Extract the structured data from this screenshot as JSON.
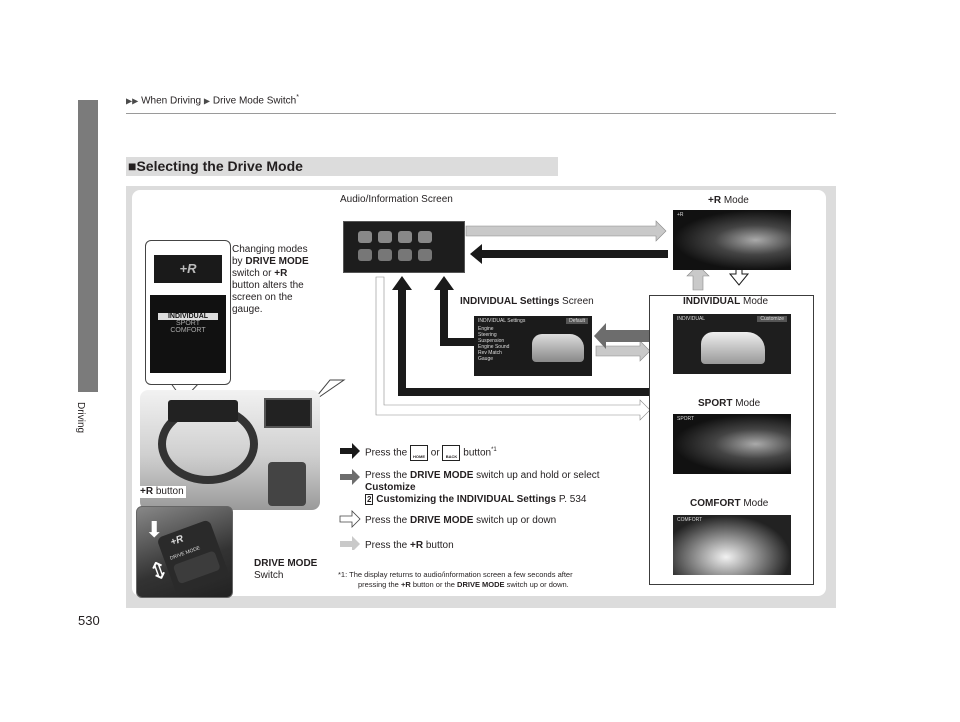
{
  "header": {
    "breadcrumb_1": "When Driving",
    "breadcrumb_2": "Drive Mode Switch",
    "asterisk": "*"
  },
  "side_tab": {
    "label": "Driving"
  },
  "page_number": "530",
  "section": {
    "title": "Selecting the Drive Mode",
    "marker": "■"
  },
  "labels": {
    "audio_screen": "Audio/Information Screen",
    "r_mode_bold": "+R",
    "r_mode_rest": " Mode",
    "individual_settings_bold": "INDIVIDUAL Settings",
    "individual_settings_rest": " Screen",
    "individual_mode_bold": "INDIVIDUAL",
    "individual_mode_rest": " Mode",
    "sport_mode_bold": "SPORT",
    "sport_mode_rest": " Mode",
    "comfort_mode_bold": "COMFORT",
    "comfort_mode_rest": " Mode",
    "r_button_bold": "+R",
    "r_button_rest": " button",
    "drive_mode_switch_1": "DRIVE MODE",
    "drive_mode_switch_2": "Switch"
  },
  "callout": {
    "l1": "Changing modes",
    "l2a": "by ",
    "l2b": "DRIVE MODE",
    "l3a": "switch or ",
    "l3b": "+R",
    "l4": "button alters the",
    "l5": "screen on the",
    "l6": "gauge."
  },
  "gauge_menu": {
    "logo": "+R",
    "items": [
      "INDIVIDUAL",
      "SPORT",
      "COMFORT"
    ]
  },
  "legend": {
    "l1a": "Press the ",
    "l1b": " or ",
    "l1c": " button",
    "l1sup": "*1",
    "home_icon": "HOME",
    "back_icon": "BACK",
    "l2a": "Press the ",
    "l2b": "DRIVE MODE",
    "l2c": " switch up and hold or select",
    "l2d": "Customize",
    "l3ref": "2",
    "l3a": "Customizing the INDIVIDUAL Settings",
    "l3b": " P. 534",
    "l4a": "Press the ",
    "l4b": "DRIVE MODE",
    "l4c": " switch up or down",
    "l5a": "Press the ",
    "l5b": "+R",
    "l5c": " button"
  },
  "footnote": {
    "l1": "*1:  The display returns to audio/information screen a few seconds after",
    "l2a": "pressing the ",
    "l2b": "+R",
    "l2c": " button or the ",
    "l2d": "DRIVE MODE",
    "l2e": " switch up or down."
  },
  "screens": {
    "settings_title": "INDIVIDUAL Settings",
    "settings_default": "Default",
    "settings_rows": [
      "Engine",
      "Steering",
      "Suspension",
      "Engine Sound",
      "Rev Match",
      "Gauge"
    ],
    "individual_title": "INDIVIDUAL",
    "individual_btn": "Customize",
    "sport_title": "SPORT",
    "comfort_title": "COMFORT",
    "r_title": "+R",
    "switch_label": "DRIVE MODE",
    "switch_r": "+R"
  },
  "colors": {
    "arrow_black": "#1a1a1a",
    "arrow_gray": "#6d6d6d",
    "arrow_light": "#c9c9c9",
    "panel_gray": "#dcdcdc"
  }
}
